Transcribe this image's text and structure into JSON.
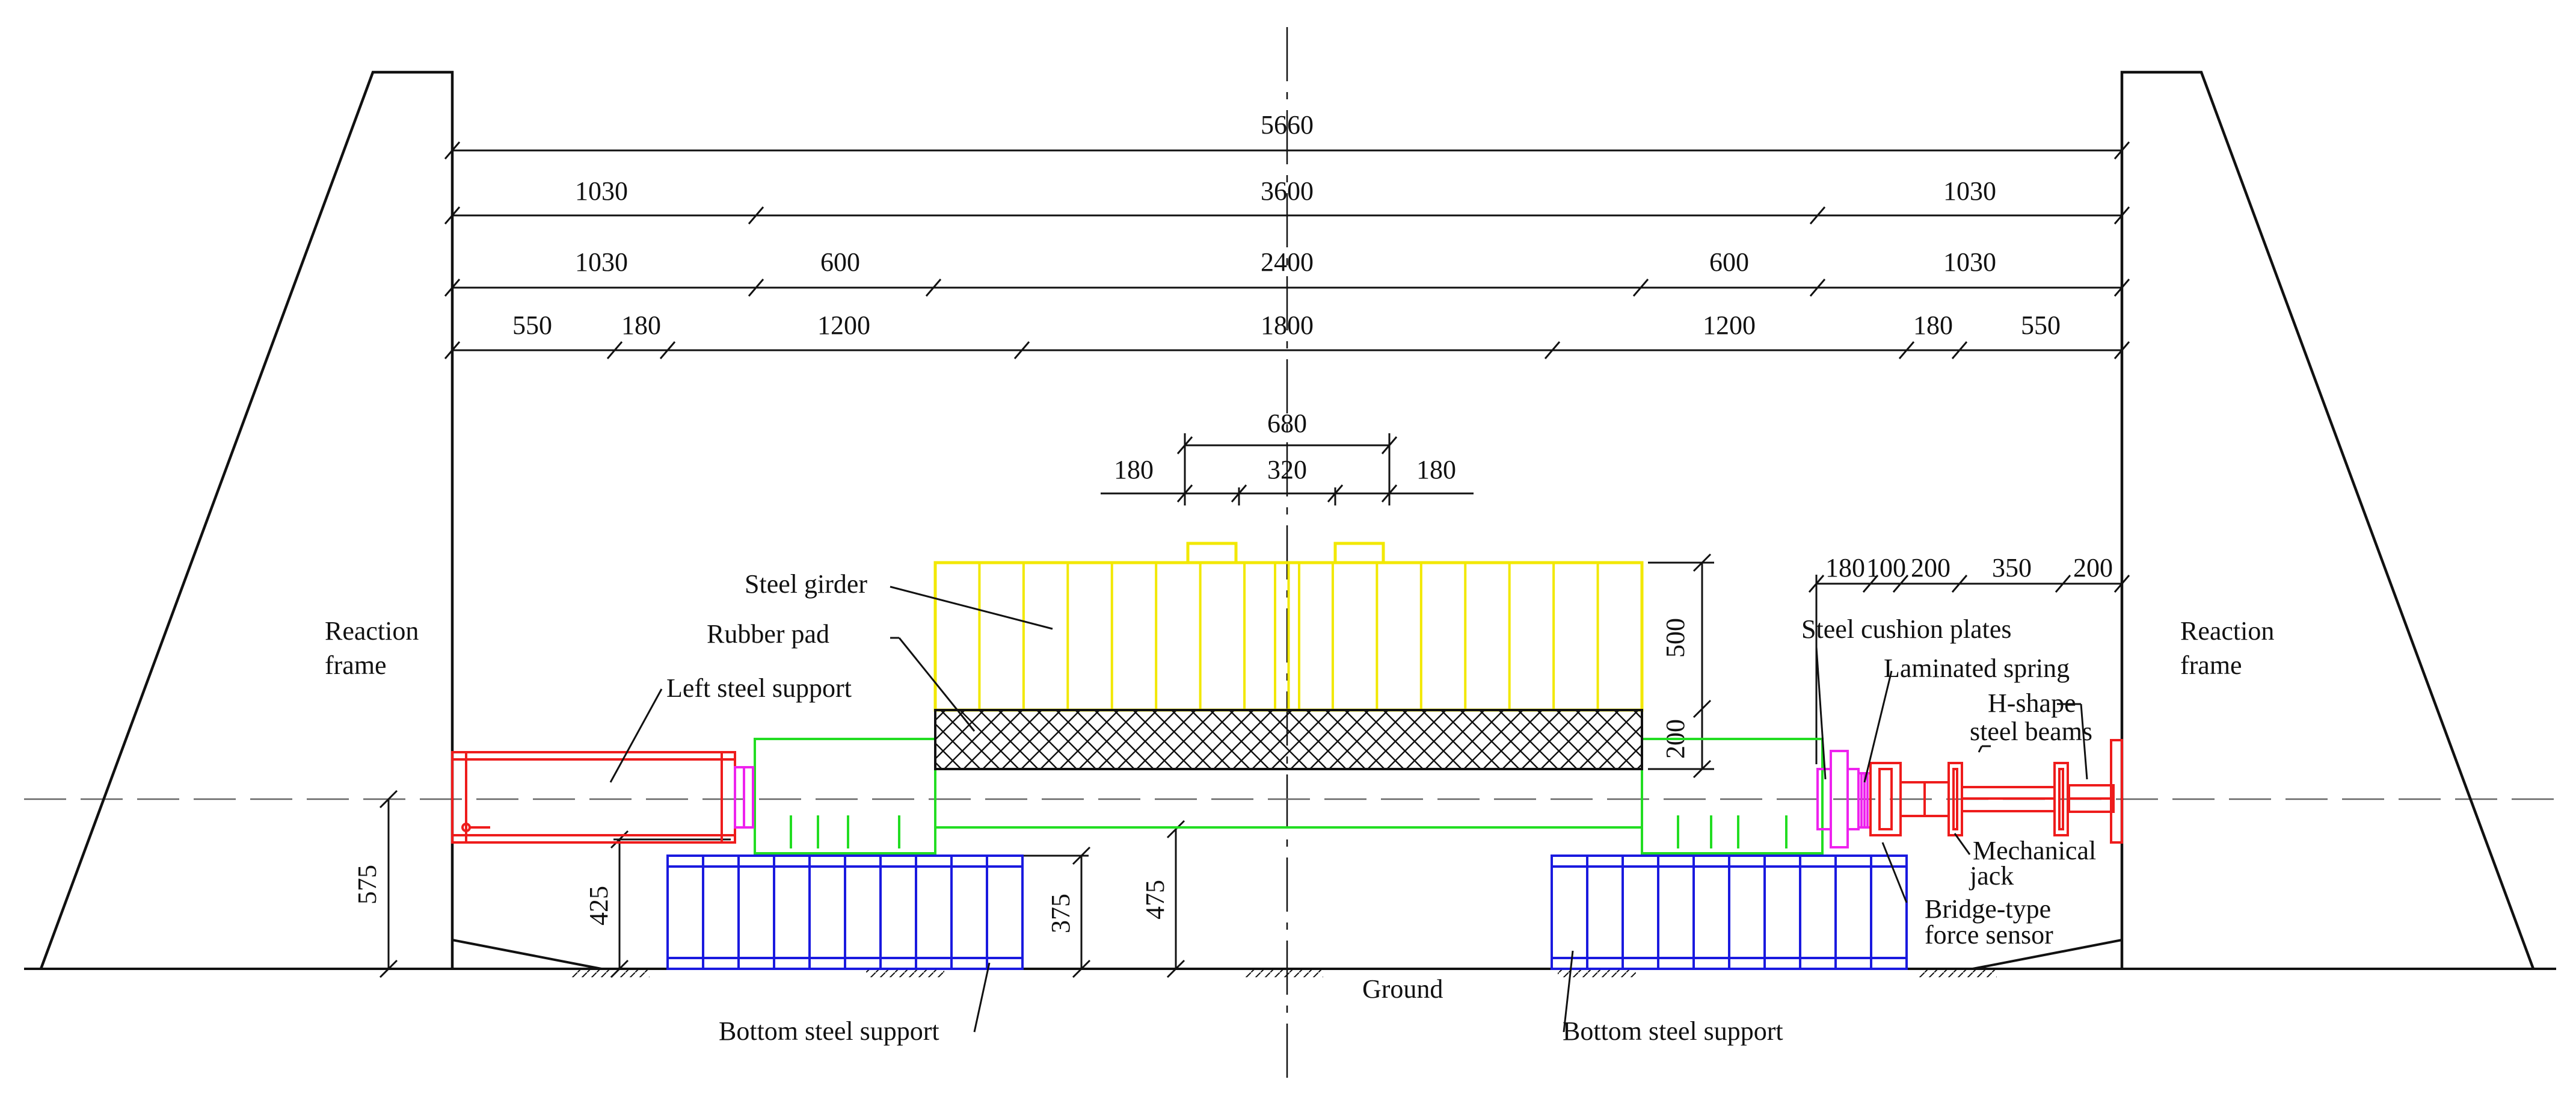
{
  "colors": {
    "line": "#111111",
    "girder": "#f2e800",
    "frame_green": "#22dd22",
    "support_blue": "#1a1adf",
    "steel_red": "#ee1c1c",
    "plate_magenta": "#ee22ee",
    "pad_black": "#111111"
  },
  "dimensions": {
    "total": "5660",
    "row2": {
      "left": "1030",
      "mid": "3600",
      "right": "1030"
    },
    "row3": {
      "l1": "1030",
      "l2": "600",
      "mid": "2400",
      "r2": "600",
      "r1": "1030"
    },
    "row4": {
      "a": "550",
      "b": "180",
      "c": "1200",
      "d": "1800",
      "e": "1200",
      "f": "180",
      "g": "550"
    },
    "girder_top": {
      "overall": "680",
      "left": "180",
      "mid": "320",
      "right": "180"
    },
    "right_stack": {
      "a": "180",
      "b": "100",
      "c": "200",
      "d": "350",
      "e": "200"
    },
    "girder_height": "500",
    "pad_height": "200",
    "axis_height": "575",
    "left_support_height": "425",
    "bottom_support_height": "375",
    "frame_height": "475"
  },
  "labels": {
    "reaction_frame_left_1": "Reaction",
    "reaction_frame_left_2": "frame",
    "reaction_frame_right_1": "Reaction",
    "reaction_frame_right_2": "frame",
    "steel_girder": "Steel girder",
    "rubber_pad": "Rubber pad",
    "left_steel_support": "Left steel support",
    "steel_cushion_plates": "Steel cushion plates",
    "laminated_spring": "Laminated spring",
    "h_shape_1": "H-shape",
    "h_shape_2": "steel beams",
    "mechanical_jack_1": "Mechanical",
    "mechanical_jack_2": "jack",
    "force_sensor_1": "Bridge-type",
    "force_sensor_2": "force sensor",
    "ground": "Ground",
    "bottom_support_left": "Bottom steel support",
    "bottom_support_right": "Bottom steel support"
  }
}
